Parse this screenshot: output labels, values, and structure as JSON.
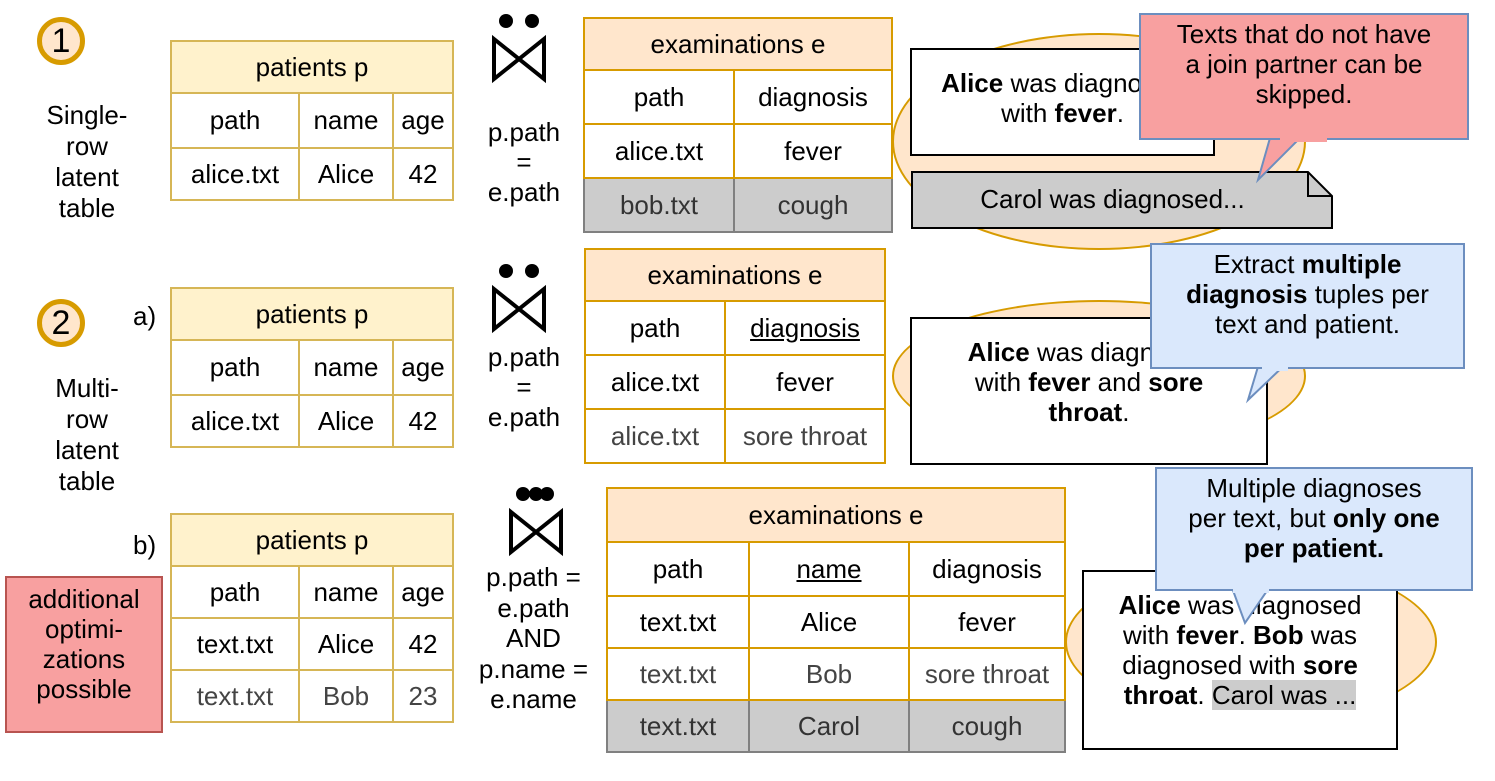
{
  "row1": {
    "number": "1",
    "label": "Single-\nrow\nlatent\ntable",
    "patients": {
      "title": "patients p",
      "headers": [
        "path",
        "name",
        "age"
      ],
      "rows": [
        [
          "alice.txt",
          "Alice",
          "42"
        ]
      ]
    },
    "condition": "p.path\n=\ne.path",
    "examinations": {
      "title": "examinations e",
      "headers": [
        "path",
        "diagnosis"
      ],
      "rows": [
        [
          "alice.txt",
          "fever"
        ],
        [
          "bob.txt",
          "cough"
        ]
      ]
    },
    "text_a": {
      "b1": "Alice",
      "t1": " was diagnosed",
      "t2": "with ",
      "b2": "fever",
      "t3": "."
    },
    "text_b": "Carol was diagnosed...",
    "callout": "Texts that do not have\na join partner can be\nskipped."
  },
  "row2": {
    "number": "2",
    "label": "Multi-\nrow\nlatent\ntable",
    "a": {
      "marker": "a)",
      "patients": {
        "title": "patients p",
        "headers": [
          "path",
          "name",
          "age"
        ],
        "rows": [
          [
            "alice.txt",
            "Alice",
            "42"
          ]
        ]
      },
      "condition": "p.path\n=\ne.path",
      "examinations": {
        "title": "examinations e",
        "headers": [
          "path",
          "diagnosis"
        ],
        "rows": [
          [
            "alice.txt",
            "fever"
          ],
          [
            "alice.txt",
            "sore throat"
          ]
        ]
      },
      "text": {
        "b1": "Alice",
        "t1": " was diagnosed",
        "t2": "with ",
        "b2": "fever",
        "t3": " and ",
        "b3": "sore",
        "b4": "throat",
        "t4": "."
      },
      "callout": {
        "t1": "Extract ",
        "b1": "multiple",
        "b2": "diagnosis",
        "t2": " tuples per",
        "t3": "text and patient."
      }
    },
    "b": {
      "marker": "b)",
      "patients": {
        "title": "patients p",
        "headers": [
          "path",
          "name",
          "age"
        ],
        "rows": [
          [
            "text.txt",
            "Alice",
            "42"
          ],
          [
            "text.txt",
            "Bob",
            "23"
          ]
        ]
      },
      "condition": "p.path =\ne.path\nAND\np.name =\ne.name",
      "examinations": {
        "title": "examinations e",
        "headers": [
          "path",
          "name",
          "diagnosis"
        ],
        "rows": [
          [
            "text.txt",
            "Alice",
            "fever"
          ],
          [
            "text.txt",
            "Bob",
            "sore throat"
          ],
          [
            "text.txt",
            "Carol",
            "cough"
          ]
        ]
      },
      "text": {
        "b1": "Alice",
        "t1": " was diagnosed",
        "t2": "with ",
        "b2": "fever",
        "t3": ". ",
        "b3": "Bob",
        "t4": " was",
        "t5": "diagnosed with ",
        "b4": "sore",
        "b5": "throat",
        "t6": ". ",
        "h1": "Carol was ..."
      },
      "callout": {
        "t1": "Multiple diagnoses",
        "t2": "per text, but ",
        "b1": "only one",
        "b2": "per patient."
      }
    },
    "note": "additional\noptimi-\nzations\npossible"
  },
  "colors": {
    "patients_border": "#d6b656",
    "patients_fill": "#fff2cc",
    "exam_border": "#d79b00",
    "exam_fill": "#ffe6cc",
    "red": "#f8a0a0",
    "blue": "#dae8fc",
    "gray": "#cccccc"
  }
}
